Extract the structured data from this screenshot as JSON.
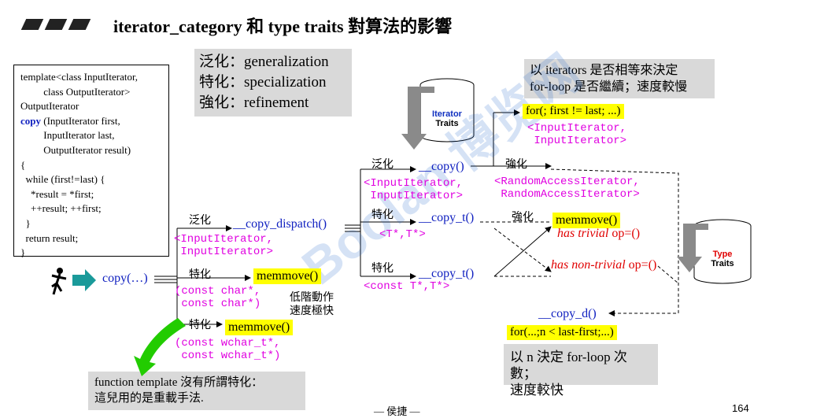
{
  "title": "iterator_category 和 type traits 對算法的影響",
  "code_lines": [
    "template<class InputIterator,",
    "         class OutputIterator>",
    "OutputIterator",
    "copy",
    " (InputIterator first,",
    "         InputIterator last,",
    "         OutputIterator result)",
    "{",
    "  while (first!=last) {",
    "    *result = *first;",
    "    ++result; ++first;",
    "  }",
    "  return result;",
    "}"
  ],
  "terms": {
    "line1": "泛化：generalization",
    "line2": "特化：specialization",
    "line3": "強化：refinement"
  },
  "note_top": {
    "line1": "以 iterators 是否相等來決定",
    "line2": "for-loop 是否繼續；速度較慢"
  },
  "note_bottom": {
    "line1": "以 n 決定 for-loop 次數；",
    "line2": "速度較快"
  },
  "note_left": {
    "line1": "function template 沒有所謂特化：",
    "line2": "這兒用的是重載手法."
  },
  "labels": {
    "copy_call": "copy(…)",
    "fanhua": "泛化",
    "tehua": "特化",
    "qianghua": "強化",
    "copy_dispatch": "__copy_dispatch()",
    "input_iter_pair": "<InputIterator,\n InputIterator>",
    "memmove": "memmove()",
    "const_char": "(const char*,\n const char*)",
    "low_level": "低階動作",
    "fast": "速度極快",
    "const_wchar": "(const wchar_t*,\n const wchar_t*)",
    "copy_fn": "__copy()",
    "copy_t_1": "__copy_t()",
    "tstar_pair": "<T*,T*>",
    "copy_t_2": "__copy_t()",
    "const_tstar_pair": "<const T*,T*>",
    "for_loop_1": "for(; first != last; ...)",
    "input_iter_pair_2": "<InputIterator,\n InputIterator>",
    "random_access_pair": "<RandomAccessIterator,\n RandomAccessIterator>",
    "memmove_2": "memmove()",
    "has_trivial_prefix": "has trivial",
    "has_trivial_suffix": " op=()",
    "has_nontrivial_prefix": "has non-trivial",
    "has_nontrivial_suffix": " op=()",
    "copy_d": "__copy_d()",
    "for_loop_2": "for(...;n < last-first;...)",
    "iterator_traits_a": "Iterator",
    "iterator_traits_b": "Traits",
    "type_traits_a": "Type",
    "type_traits_b": "Traits"
  },
  "footer": "— 侯捷 —",
  "page_number": "164",
  "colors": {
    "highlight": "#ffff00",
    "box_gray": "#d9d9d9",
    "magenta": "#e000e0",
    "blue": "#1020c0",
    "red": "#e00000",
    "arrow_teal": "#1a9a9a",
    "arrow_green": "#22cc00"
  },
  "icons": [
    "running-person-icon",
    "teal-arrow-icon",
    "green-curved-arrow-icon"
  ]
}
